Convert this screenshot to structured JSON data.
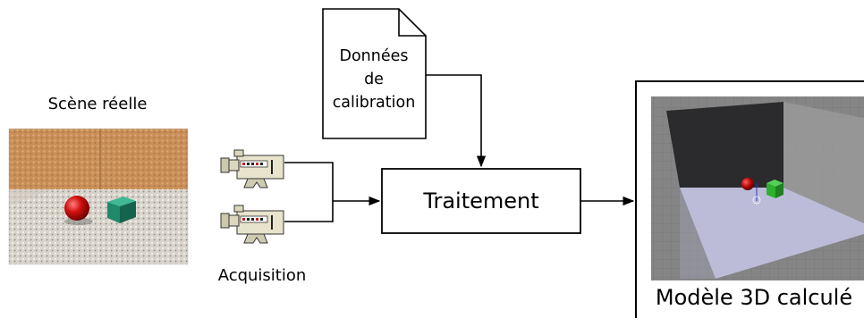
{
  "labels": {
    "real_scene": "Scène réelle",
    "acquisition": "Acquisition",
    "calibration_line1": "Données",
    "calibration_line2": "de",
    "calibration_line3": "calibration",
    "processing": "Traitement",
    "computed_model": "Modèle 3D calculé"
  },
  "icons": {
    "camera": "video-camera-icon",
    "document": "document-icon",
    "arrow": "arrow-right-icon"
  },
  "colors": {
    "stroke": "#000000",
    "sphere": "#d01010",
    "cube_scene": "#1f8a6a",
    "cube_model": "#2fb02f",
    "wall_scene": "#c9925a",
    "floor_scene": "#d9d4cc",
    "model_floor": "#bcbcd8",
    "model_wall": "#2b2b2e",
    "model_bg": "#8a8a8a"
  }
}
